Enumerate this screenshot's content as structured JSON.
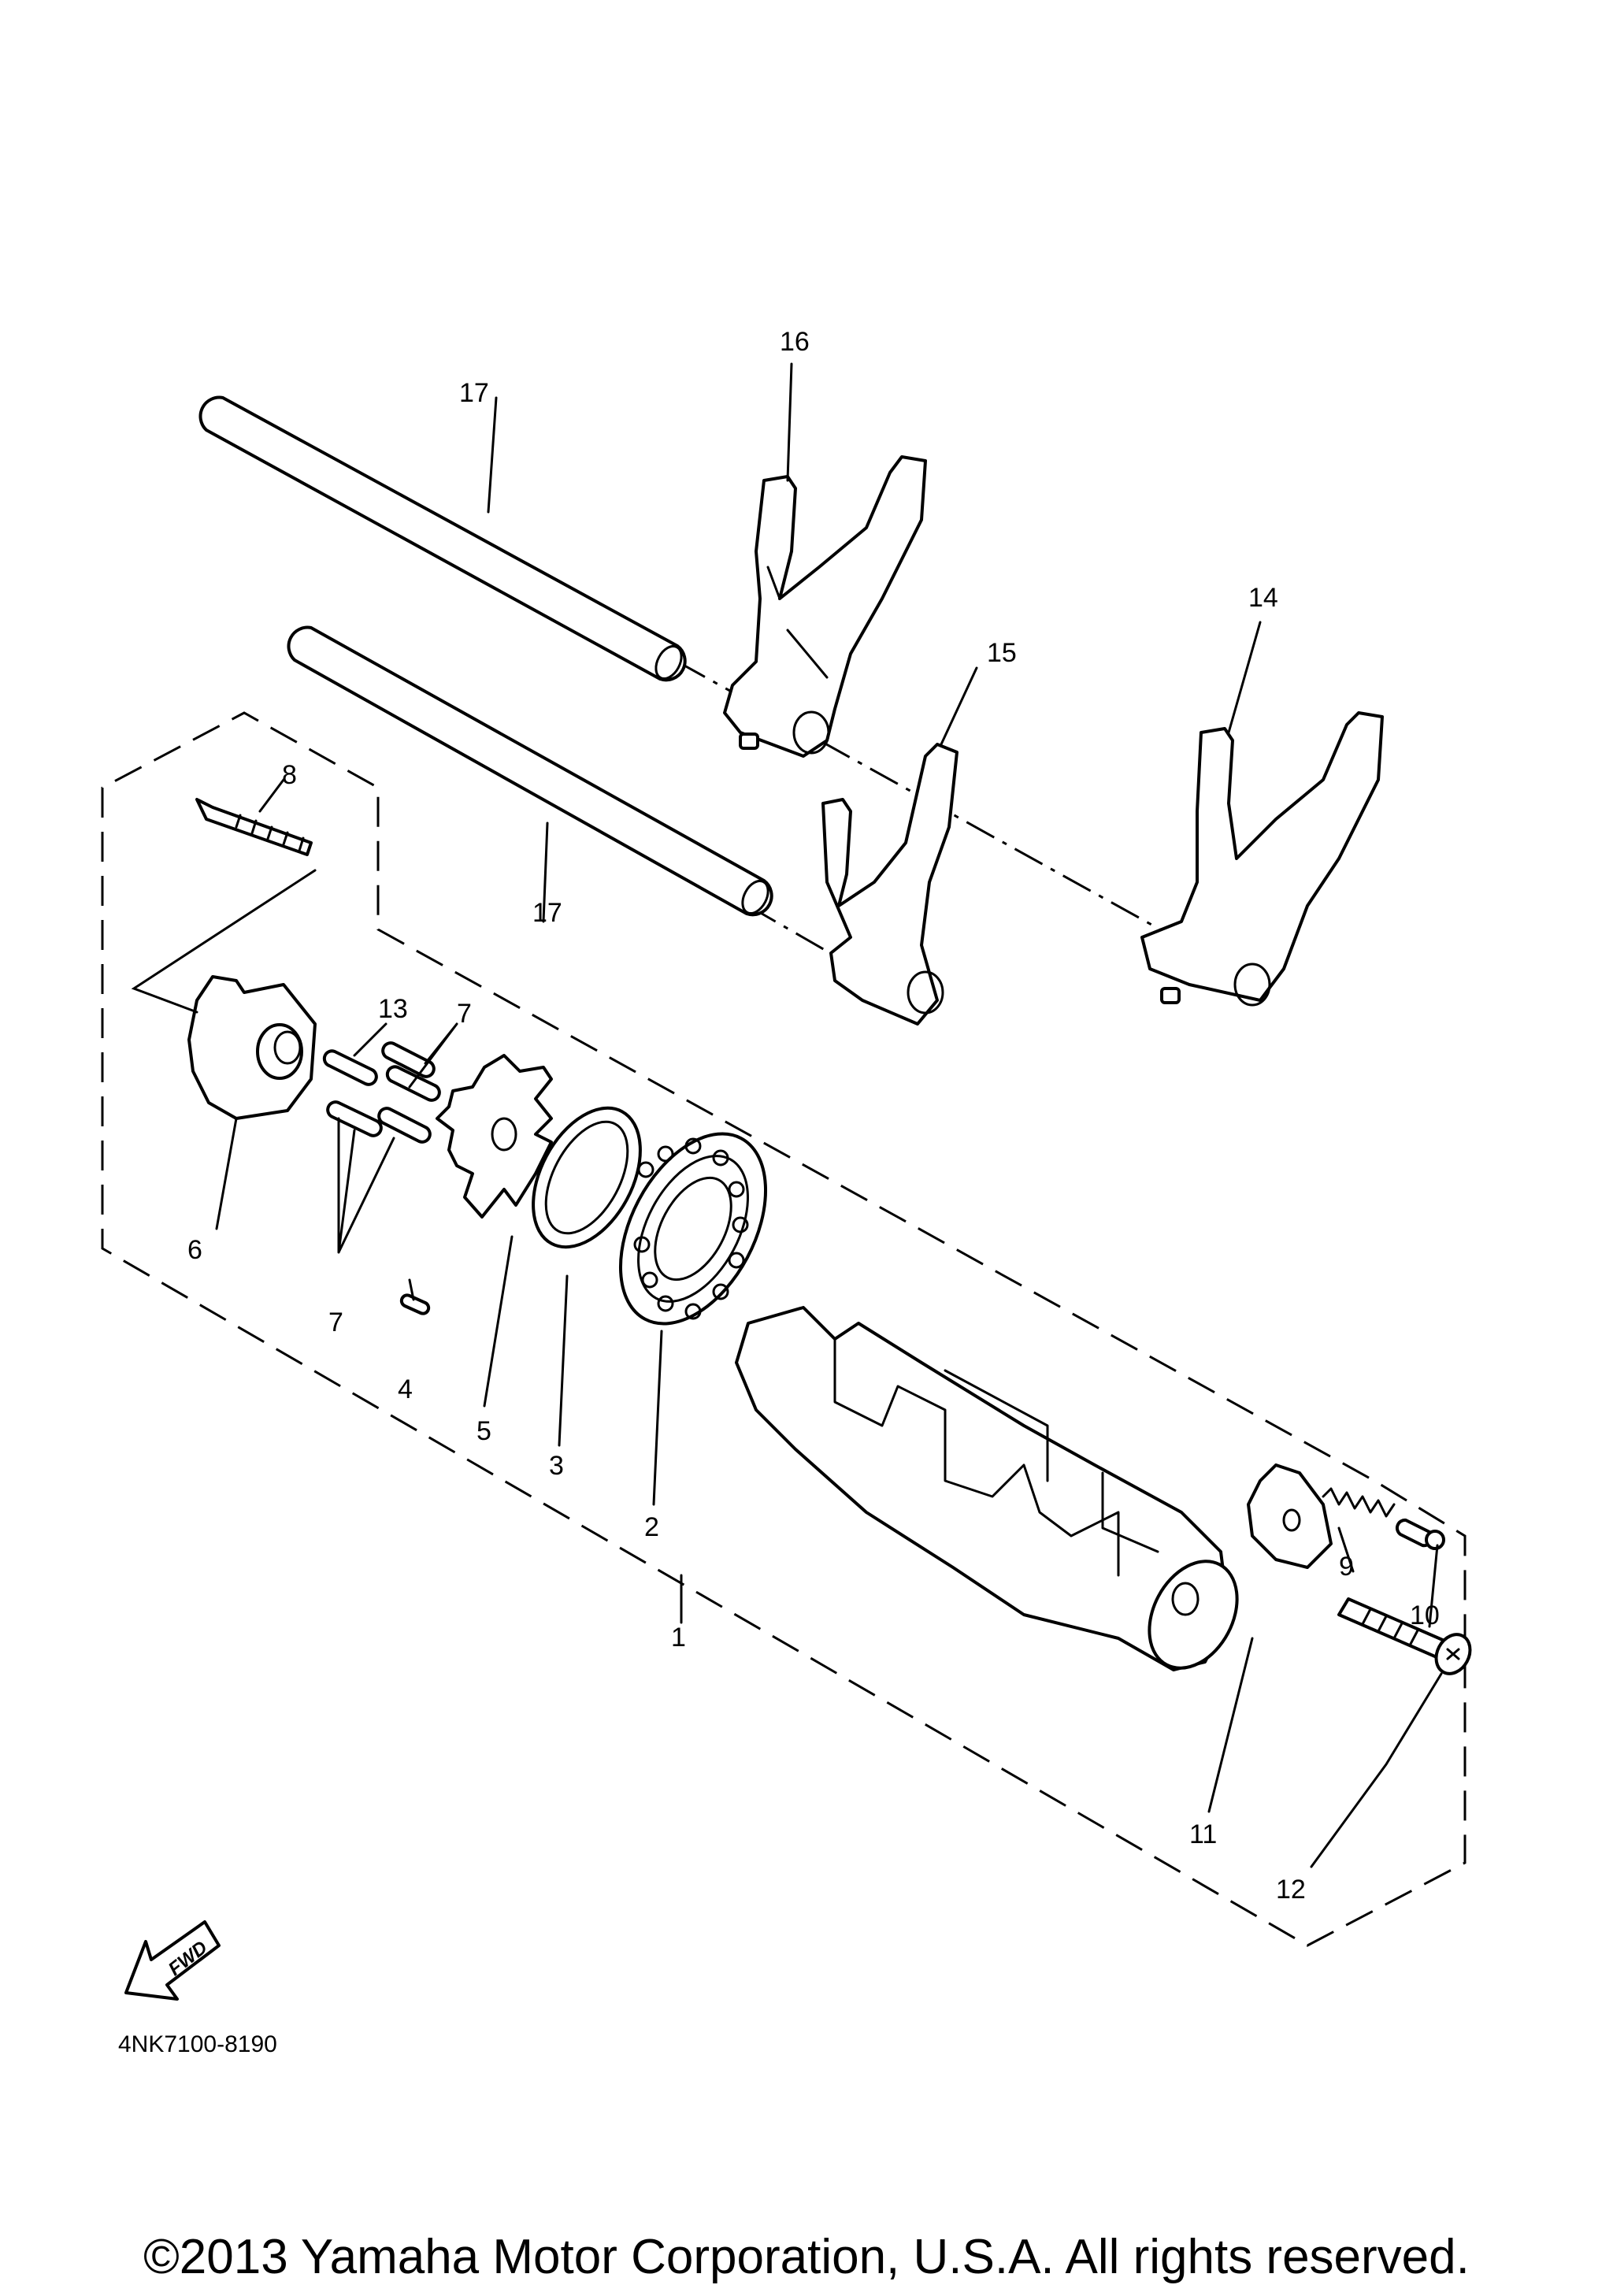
{
  "callouts": {
    "c1": "1",
    "c2": "2",
    "c3": "3",
    "c4": "4",
    "c5": "5",
    "c6": "6",
    "c7a": "7",
    "c7b": "7",
    "c8": "8",
    "c9": "9",
    "c10": "10",
    "c11": "11",
    "c12": "12",
    "c13": "13",
    "c14": "14",
    "c15": "15",
    "c16": "16",
    "c17a": "17",
    "c17b": "17"
  },
  "fwd_label": "FWD",
  "diagram_code": "4NK7100-8190",
  "copyright": "©2013 Yamaha Motor Corporation, U.S.A. All rights reserved."
}
